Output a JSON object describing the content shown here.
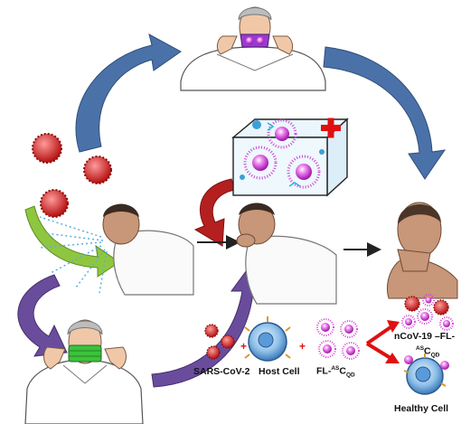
{
  "labels": {
    "virus": "SARS-CoV-2",
    "host_cell": "Host Cell",
    "fl_prefix": "FL-",
    "fl_sup": "AS",
    "fl_main": "C",
    "fl_sub": "QD",
    "plus_1": "+",
    "plus_2": "+",
    "ncov_line1": "nCoV-19 –FL-",
    "ncov_sup": "AS",
    "ncov_main": "C",
    "ncov_sub": "QD",
    "healthy_cell": "Healthy Cell"
  },
  "colors": {
    "blue_arrow": "#4a6fa5",
    "green_arrow": "#8bbf3c",
    "purple_arrow": "#6a4fa0",
    "dark_red_arrow": "#b22222",
    "virus_red": "#d42a2a",
    "qd_magenta": "#d238d2",
    "mask_green": "#3cc23c",
    "cross_red": "#e01010"
  }
}
